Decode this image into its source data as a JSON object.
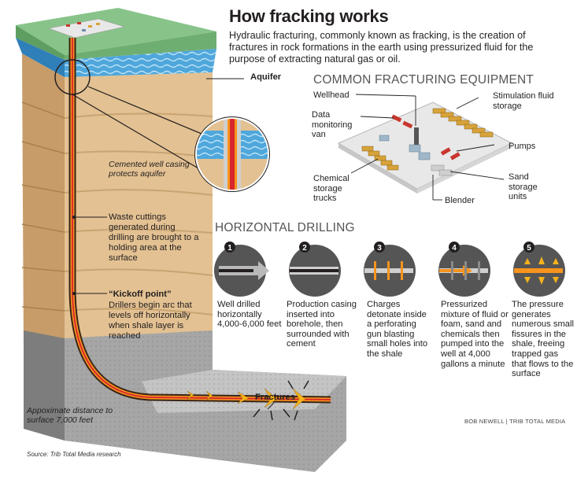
{
  "header": {
    "title": "How fracking works",
    "intro": "Hydraulic fracturing, commonly known as fracking, is the creation of fractures in rock formations in the earth using pressurized fluid for the purpose of extracting natural gas or oil."
  },
  "well_diagram": {
    "aquifer_label": "Aquifer",
    "casing_note": "Cemented well casing protects aquifer",
    "cuttings_note": "Waste cuttings generated during drilling are brought to a holding area at the surface",
    "kickoff_title": "“Kickoff point”",
    "kickoff_note": "Drillers begin arc that levels off horizontally when shale layer is reached",
    "fractures_label": "Fractures",
    "distance_note": "Appoximate distance to surface 7,000 feet",
    "source": "Source: Trib Total Media research"
  },
  "equipment": {
    "heading": "COMMON FRACTURING EQUIPMENT",
    "labels": {
      "wellhead": "Wellhead",
      "data_van": "Data monitoring van",
      "chemical": "Chemical storage trucks",
      "stimulation": "Stimulation fluid storage",
      "pumps": "Pumps",
      "sand": "Sand storage units",
      "blender": "Blender"
    }
  },
  "horizontal": {
    "heading": "HORIZONTAL DRILLING",
    "steps": [
      {
        "number": "1",
        "text": "Well drilled horizontally 4,000-6,000 feet"
      },
      {
        "number": "2",
        "text": "Production casing inserted into borehole, then surrounded with cement"
      },
      {
        "number": "3",
        "text": "Charges detonate inside a perforating gun blasting small holes into the shale"
      },
      {
        "number": "4",
        "text": "Pressurized mixture of fluid or foam, sand and chemicals then pumped into the well at 4,000 gallons a minute"
      },
      {
        "number": "5",
        "text": "The pressure generates numerous small fissures in the shale, freeing trapped gas that flows to the surface"
      }
    ]
  },
  "credit": "BOB NEWELL  |  TRIB TOTAL MEDIA",
  "colors": {
    "grass": "#7cb87e",
    "aquifer": "#4a9fd4",
    "soil": "#d9b68a",
    "shale": "#9a9a9a",
    "casing_orange": "#f7941d",
    "fluid_red": "#d7262d",
    "storage_gold": "#d7a33a"
  }
}
